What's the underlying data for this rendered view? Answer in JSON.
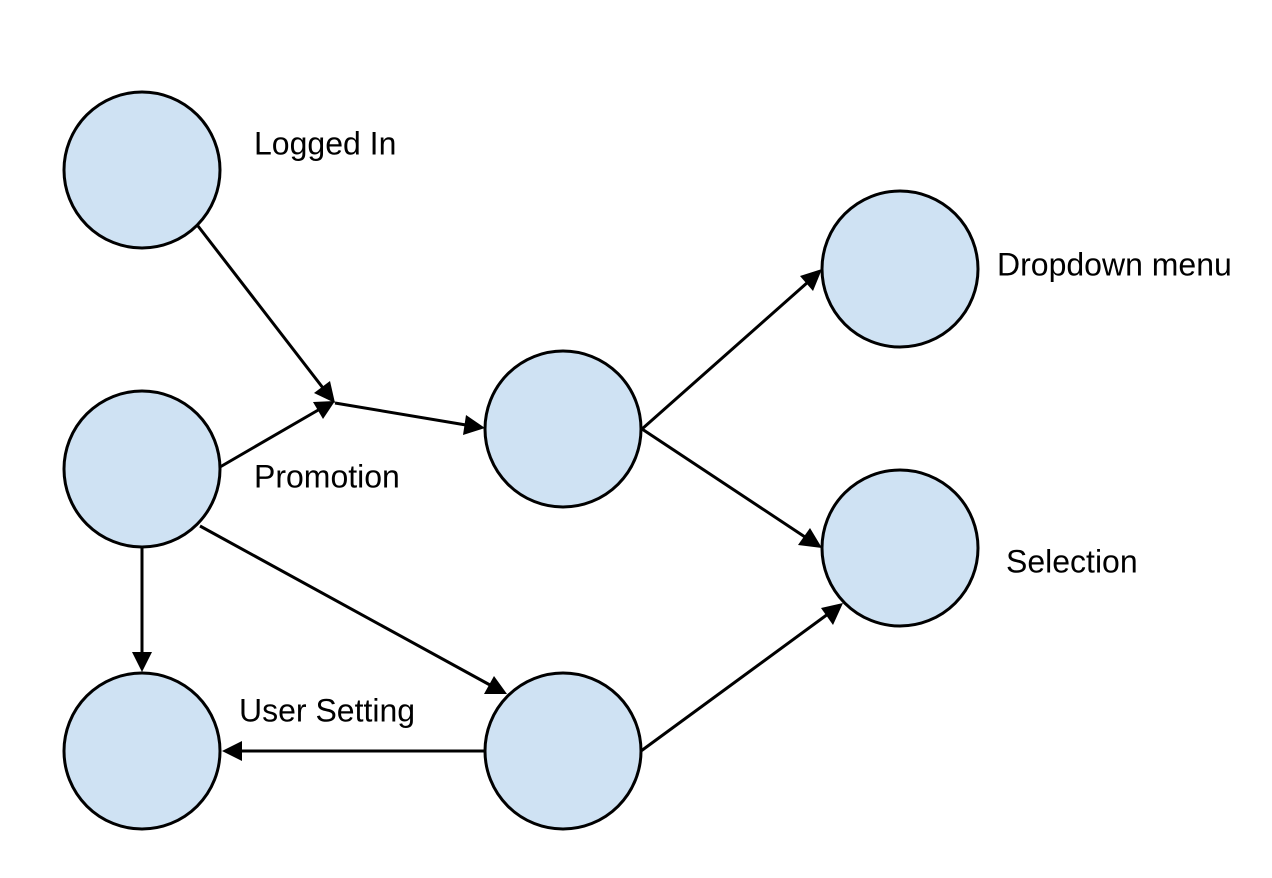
{
  "colors": {
    "node_fill": "#cfe2f3",
    "stroke": "#000000",
    "background": "#ffffff"
  },
  "labels": {
    "logged_in": "Logged In",
    "promotion": "Promotion",
    "dropdown_menu": "Dropdown menu",
    "selection": "Selection",
    "user_setting": "User Setting"
  },
  "nodes": [
    {
      "id": "n-logged-in"
    },
    {
      "id": "n-promotion"
    },
    {
      "id": "n-middle"
    },
    {
      "id": "n-dropdown"
    },
    {
      "id": "n-selection"
    },
    {
      "id": "n-user-setting"
    },
    {
      "id": "n-bottom-middle"
    }
  ],
  "edges": [
    {
      "from": "n-logged-in",
      "to": "junction"
    },
    {
      "from": "n-promotion",
      "to": "junction"
    },
    {
      "from": "junction",
      "to": "n-middle"
    },
    {
      "from": "n-middle",
      "to": "n-dropdown"
    },
    {
      "from": "n-middle",
      "to": "n-selection"
    },
    {
      "from": "n-promotion",
      "to": "n-user-setting"
    },
    {
      "from": "n-promotion",
      "to": "n-bottom-middle"
    },
    {
      "from": "n-bottom-middle",
      "to": "n-user-setting"
    },
    {
      "from": "n-bottom-middle",
      "to": "n-selection"
    }
  ]
}
